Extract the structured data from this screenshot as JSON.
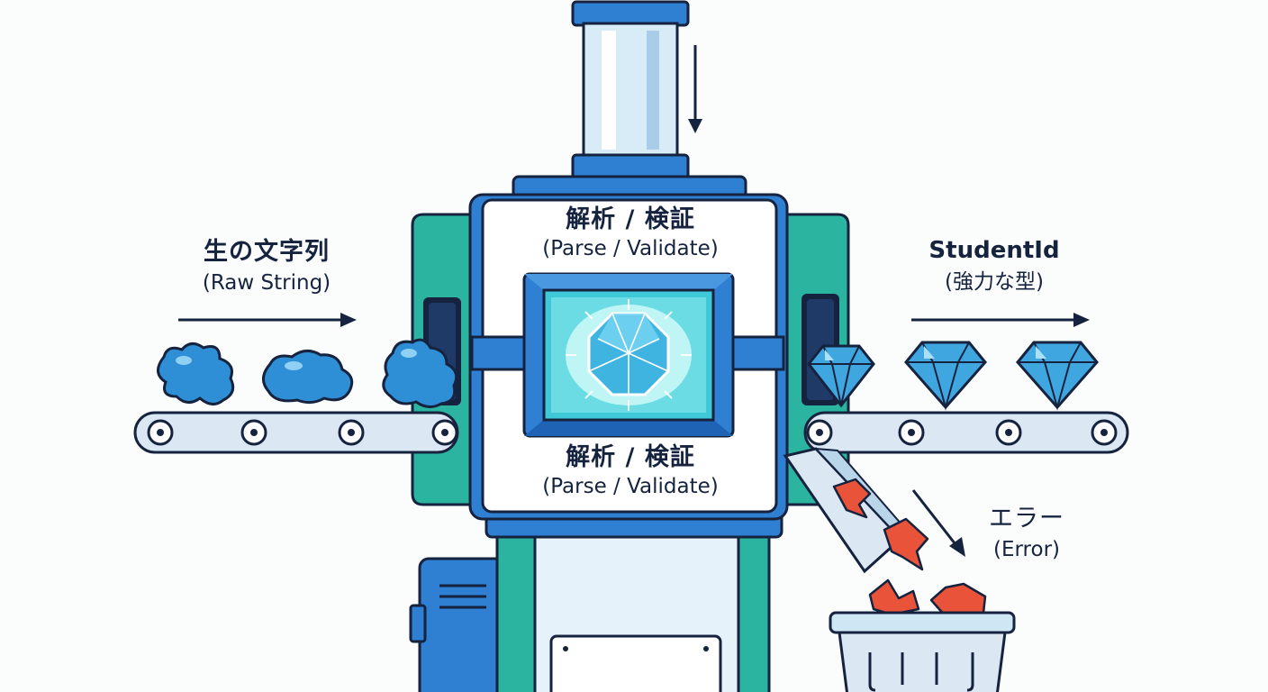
{
  "input_label": {
    "ja": "生の文字列",
    "en": "(Raw String)"
  },
  "machine_label_top": {
    "ja": "解析 / 検証",
    "en": "(Parse / Validate)"
  },
  "machine_label_bottom": {
    "ja": "解析 / 検証",
    "en": "(Parse / Validate)"
  },
  "output_label": {
    "en": "StudentId",
    "ja": "(強力な型)"
  },
  "error_label": {
    "ja": "エラー",
    "en": "(Error)"
  },
  "colors": {
    "navy": "#16233f",
    "blue": "#2f7fd3",
    "teal": "#2bb5a0",
    "light_blue": "#cfe6f5",
    "gem": "#3fb4e0",
    "error_red": "#e8533a"
  }
}
